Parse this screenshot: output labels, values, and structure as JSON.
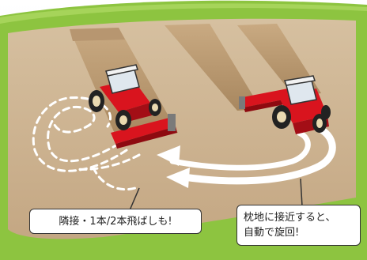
{
  "callouts": {
    "left": "隣接・1本/2本飛ばしも!",
    "right_line1": "枕地に接近すると、",
    "right_line2": "自動で旋回!"
  },
  "colors": {
    "grass": "#8dc440",
    "soil": "#c9ae8c",
    "soil_dark": "#a98a66",
    "tractor_red": "#d9141e",
    "path_white": "#ffffff"
  }
}
